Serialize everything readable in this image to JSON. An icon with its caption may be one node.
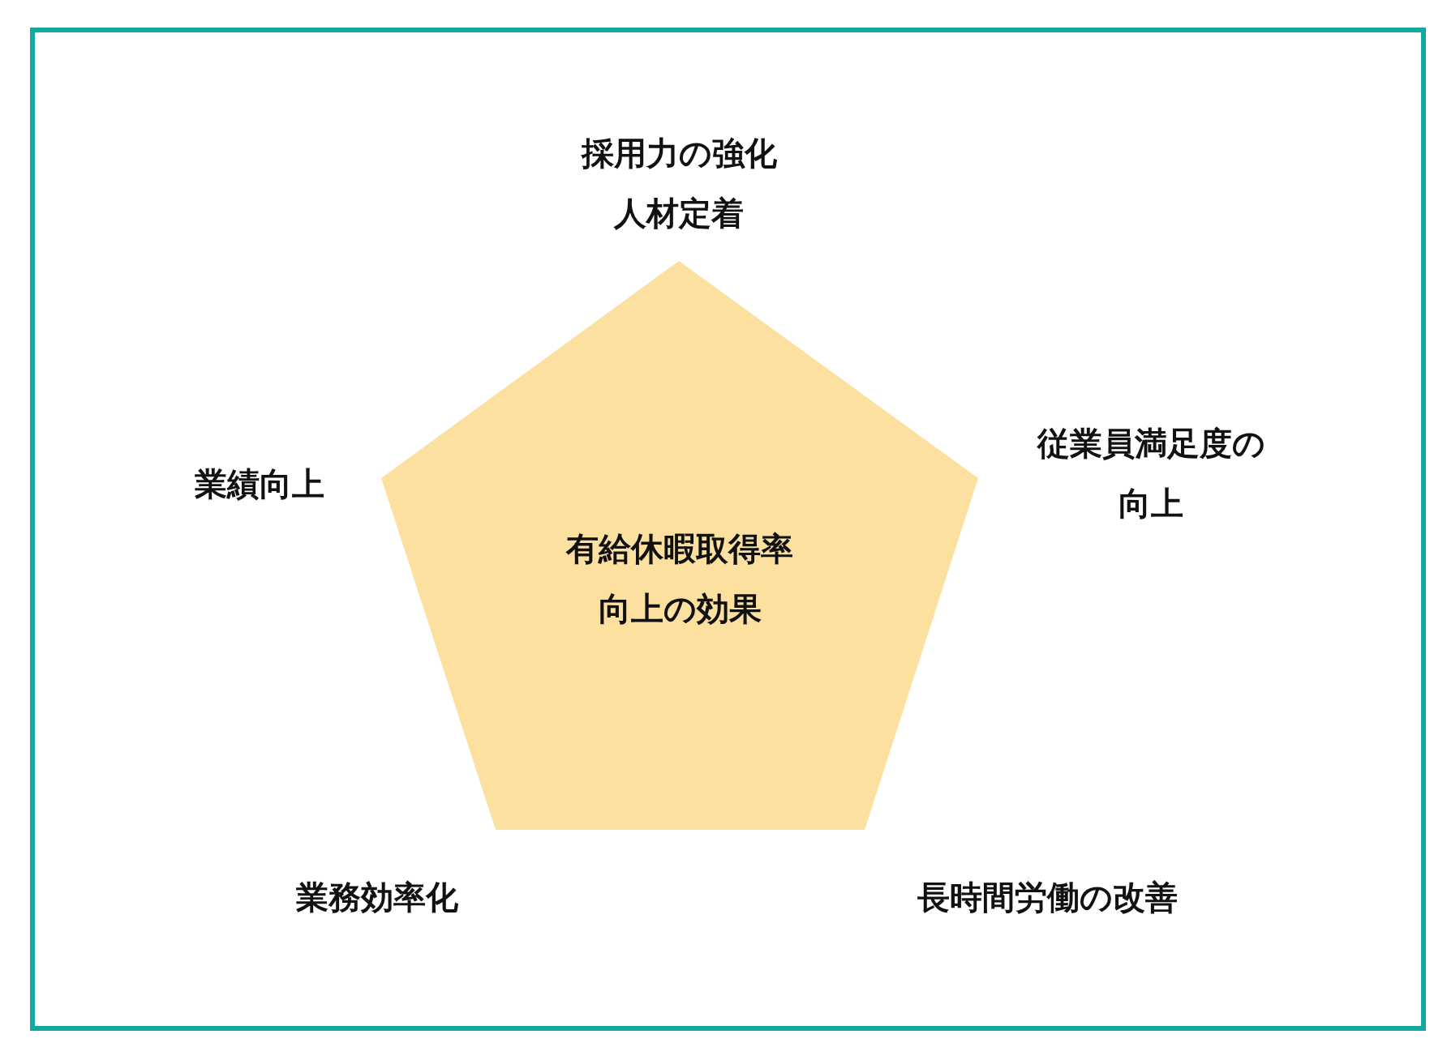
{
  "diagram": {
    "nodes": [
      {
        "text": [
          "有給休暇取得率向上の効果"
        ]
      }
    ],
    "labels": [
      "採用力の強化",
      "人材定着",
      "業績向上",
      "従業員満足度の向上",
      "業務効率化",
      "長時間労働の改善"
    ]
  }
}
